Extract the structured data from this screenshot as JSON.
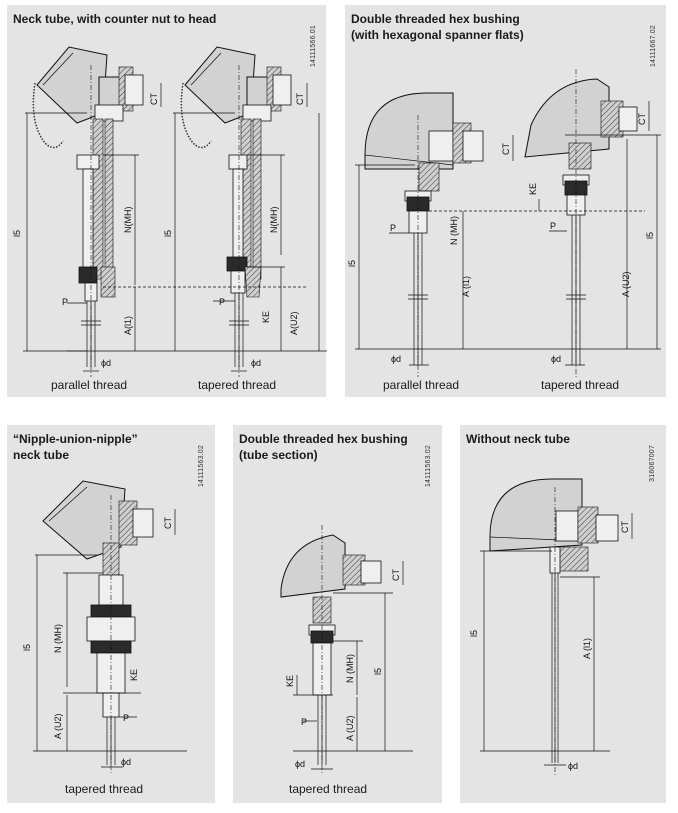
{
  "panels": [
    {
      "title": "Neck tube, with counter nut to head",
      "code": "14111566.01",
      "captions": [
        "parallel thread",
        "tapered thread"
      ],
      "labels": {
        "ls": "l5",
        "n_mh": "N(MH)",
        "a_l1": "A(l1)",
        "a_u2": "A(U2)",
        "ct": "CT",
        "p": "P",
        "ke": "KE",
        "phid": "ϕd"
      }
    },
    {
      "title": "Double threaded hex bushing\n(with hexagonal spanner flats)",
      "code": "14111667.02",
      "captions": [
        "parallel thread",
        "tapered thread"
      ],
      "labels": {
        "ls": "l5",
        "n_mh": "N (MH)",
        "a_l1": "A (l1)",
        "a_u2": "A (U2)",
        "ct": "CT",
        "p": "P",
        "ke": "KE",
        "phid": "ϕd"
      }
    },
    {
      "title": "“Nipple-union-nipple”\nneck tube",
      "code": "14111563.02",
      "captions": [
        "tapered thread"
      ],
      "labels": {
        "ls": "l5",
        "n_mh": "N (MH)",
        "a_u2": "A (U2)",
        "ct": "CT",
        "p": "P",
        "ke": "KE",
        "phid": "ϕd"
      }
    },
    {
      "title": "Double threaded hex bushing\n(tube section)",
      "code": "14111563.02",
      "captions": [
        "tapered thread"
      ],
      "labels": {
        "ls": "l5",
        "n_mh": "N (MH)",
        "a_u2": "A (U2)",
        "ct": "CT",
        "p": "P",
        "ke": "KE",
        "phid": "ϕd"
      }
    },
    {
      "title": "Without neck tube",
      "code": "316067007",
      "captions": [],
      "labels": {
        "ls": "l5",
        "a_l1": "A (l1)",
        "ct": "CT",
        "phid": "ϕd"
      }
    }
  ]
}
